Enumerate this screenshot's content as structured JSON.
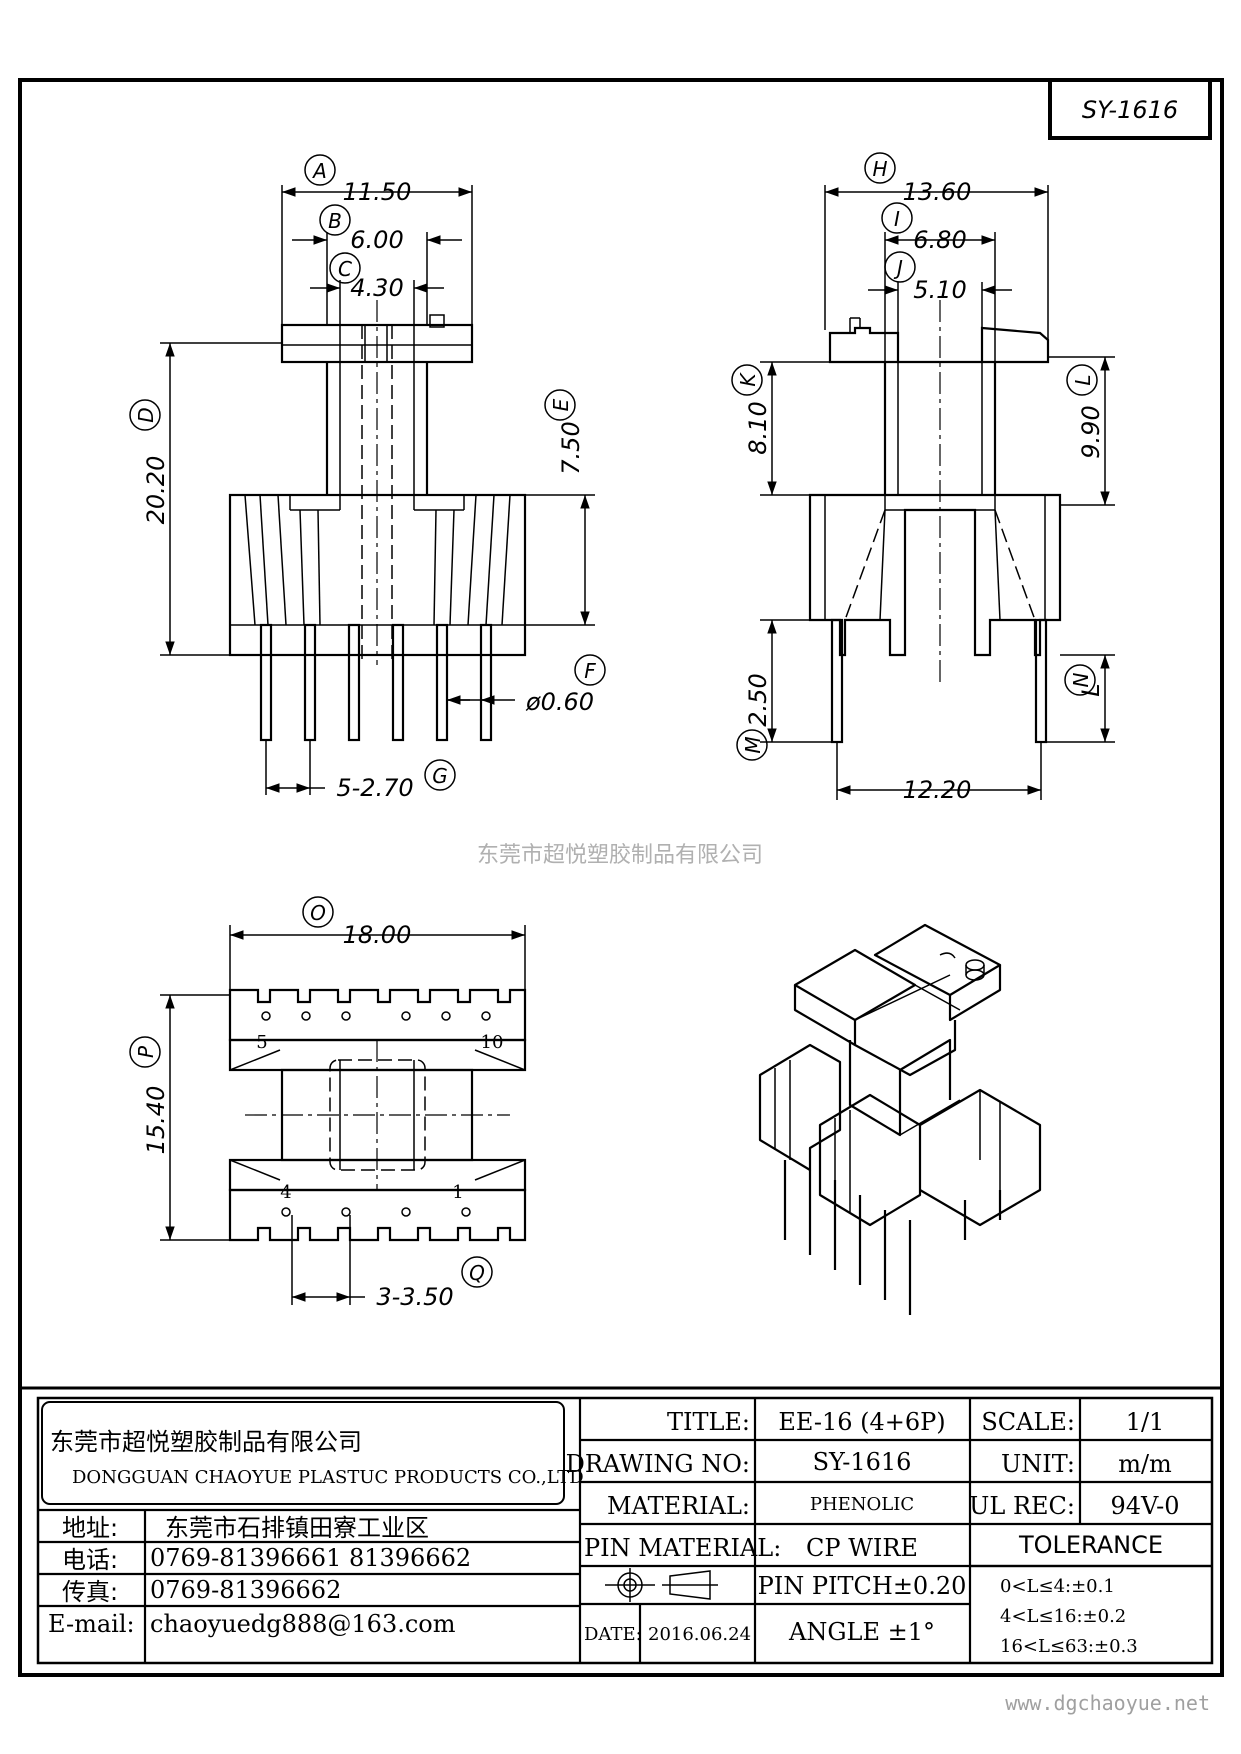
{
  "drawing_id": "SY-1616",
  "views": {
    "front": {
      "A": {
        "label": "A",
        "value": "11.50"
      },
      "B": {
        "label": "B",
        "value": "6.00"
      },
      "C": {
        "label": "C",
        "value": "4.30"
      },
      "D": {
        "label": "D",
        "value": "20.20"
      },
      "E": {
        "label": "E",
        "value": "7.50"
      },
      "F": {
        "label": "F",
        "value": "ø0.60"
      },
      "G": {
        "label": "G",
        "value": "5-2.70"
      }
    },
    "side": {
      "H": {
        "label": "H",
        "value": "13.60"
      },
      "I": {
        "label": "I",
        "value": "6.80"
      },
      "J": {
        "label": "J",
        "value": "5.10"
      },
      "K": {
        "label": "K",
        "value": "8.10"
      },
      "L": {
        "label": "L",
        "value": "9.90"
      },
      "M": {
        "label": "M",
        "value": "2.50"
      },
      "N": {
        "label": "N",
        "value": "L"
      },
      "bottom": {
        "value": "12.20"
      }
    },
    "bottom": {
      "O": {
        "label": "O",
        "value": "18.00"
      },
      "P": {
        "label": "P",
        "value": "15.40"
      },
      "Q": {
        "label": "Q",
        "value": "3-3.50"
      },
      "pin_labels": {
        "p5": "5",
        "p10": "10",
        "p4": "4",
        "p1": "1"
      }
    }
  },
  "watermark": "东莞市超悦塑胶制品有限公司",
  "title_block": {
    "company_cn": "东莞市超悦塑胶制品有限公司",
    "company_en": "DONGGUAN CHAOYUE PLASTUC PRODUCTS CO.,LTD",
    "address_label": "地址:",
    "address_value": "东莞市石排镇田寮工业区",
    "phone_label": "电话:",
    "phone_value": "0769-81396661  81396662",
    "fax_label": "传真:",
    "fax_value": "0769-81396662",
    "email_label": "E-mail:",
    "email_value": "chaoyuedg888@163.com",
    "title_label": "TITLE:",
    "title_value": "EE-16 (4+6P)",
    "drawing_no_label": "DRAWING NO:",
    "drawing_no_value": "SY-1616",
    "material_label": "MATERIAL:",
    "material_value": "PHENOLIC",
    "pin_material_label": "PIN MATERIAL:",
    "pin_material_value": "CP WIRE",
    "pin_pitch": "PIN PITCH±0.20",
    "angle": "ANGLE  ±1°",
    "date_label": "DATE:",
    "date_value": "2016.06.24",
    "scale_label": "SCALE:",
    "scale_value": "1/1",
    "unit_label": "UNIT:",
    "unit_value": "m/m",
    "ul_label": "UL REC:",
    "ul_value": "94V-0",
    "tolerance_label": "TOLERANCE",
    "tol1": "0<L≤4:±0.1",
    "tol2": "4<L≤16:±0.2",
    "tol3": "16<L≤63:±0.3"
  },
  "website": "www.dgchaoyue.net"
}
